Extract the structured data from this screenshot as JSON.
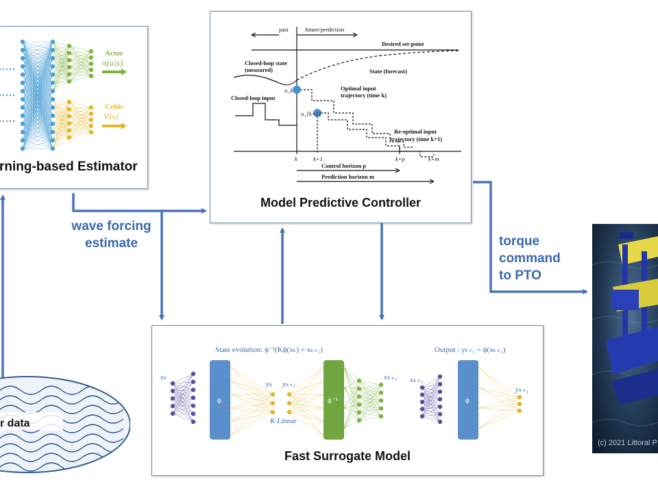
{
  "estimator": {
    "title": "rning-based Estimator",
    "actor_label": "Actor",
    "actor_formula": "π(a|s)",
    "critic_label": "Critic",
    "critic_formula": "V(s)"
  },
  "mpc": {
    "title": "Model Predictive Controller",
    "past_label": "past",
    "future_label": "future/prediction",
    "setpoint_label": "Desired set-point",
    "closed_loop_state_label": "Closed-loop state",
    "measured_label": "(measured)",
    "state_forecast_label": "State (forecast)",
    "closed_loop_input_label": "Closed-loop input",
    "optimal_input_1": "Optimal input",
    "optimal_input_2": "trajectory (time k)",
    "reoptimal_input_1": "Re-optimal input",
    "reoptimal_input_2": "trajectory (time k+1)",
    "uk_label": "u_k",
    "uk1_label": "u_{k+1}",
    "k_label": "k",
    "k1_label": "k+1",
    "kp_label": "k+p",
    "km_label": "k+m",
    "control_horizon": "Control horizon p",
    "prediction_horizon": "Prediction horizon m"
  },
  "surrogate": {
    "title": "Fast Surrogate Model",
    "state_evolution": "State evolution: ϕ⁻¹(Kϕ(xₖ) = xₖ₊₁)",
    "output_eq": "Output : yₖ₊₁ = ϕ(xₖ₊₁)",
    "k_linear": "K Linear",
    "xk": "xₖ",
    "yk": "yₖ",
    "yk1": "yₖ₊₁",
    "xk1_out": "xₖ₊₁",
    "xk1_in": "xₖ₊₁",
    "yk1_out": "yₖ₊₁",
    "phi": "ϕ",
    "phi_inv": "ϕ⁻¹"
  },
  "flows": {
    "wave_forcing": "wave forcing estimate",
    "torque_command": "torque command to PTO"
  },
  "sensor": {
    "label": "r data"
  },
  "photo": {
    "credit": "(c) 2021 Littoral P"
  },
  "colors": {
    "arrow": "#4a74b8",
    "network_blue": "#4a9fd4",
    "network_green": "#7fb241",
    "network_yellow": "#e3b62a",
    "network_purple": "#5a4f9c",
    "phi_block": "#5b8fcc",
    "phi_inv_block": "#6fa63f",
    "flow_text": "#3a67b0"
  }
}
